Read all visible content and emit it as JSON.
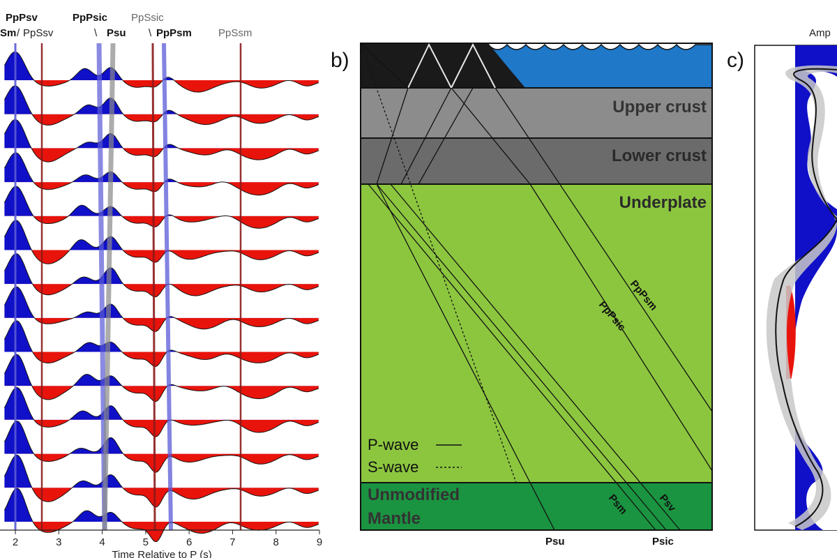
{
  "colors": {
    "positive": "#1010c8",
    "negative": "#e8140c",
    "pick_red": "#8b1a1a",
    "pick_grey": "#8a8a8a",
    "pick_blue": "#5a5ad8",
    "water": "#1f78c8",
    "sediment": "#1a1a1a",
    "upper_crust": "#8c8c8c",
    "lower_crust": "#6b6b6b",
    "underplate": "#8cc63f",
    "mantle": "#1a9440",
    "confidence_band": "#c8c8c8"
  },
  "panel_a": {
    "phase_labels": {
      "ppps_v": "PpPsv",
      "ps_m": "Sm",
      "slash": "/",
      "ppss_v": "PpSsv",
      "ppps_ic": "PpPsic",
      "ps_u_backslash": "\\",
      "ps_u": "Psu",
      "ppss_ic": "PpSsic",
      "ppps_m_backslash": "\\",
      "ppps_m": "PpPsm",
      "ppss_m": "PpSsm"
    },
    "x_ticks": [
      "2",
      "3",
      "4",
      "5",
      "6",
      "7",
      "8",
      "9"
    ],
    "x_axis_label": "Time Relative to P (s)"
  },
  "panel_b": {
    "label": "b)",
    "layers": {
      "upper_crust": "Upper crust",
      "lower_crust": "Lower crust",
      "underplate": "Underplate",
      "mantle_line1": "Unmodified",
      "mantle_line2": "Mantle"
    },
    "legend": {
      "p_wave": "P-wave",
      "s_wave": "S-wave"
    },
    "ray_labels": {
      "ppps_m": "PpPsm",
      "ppps_ic": "PpPsic",
      "ps_m": "Psm",
      "ps_v": "Psv",
      "ps_u": "Psu",
      "ps_ic": "Psic"
    }
  },
  "panel_c": {
    "label": "c)",
    "title": "Amp"
  }
}
